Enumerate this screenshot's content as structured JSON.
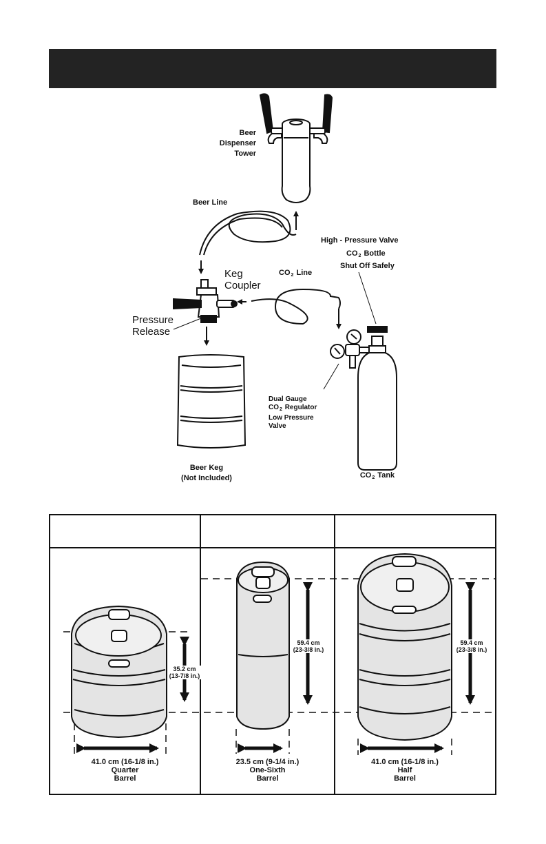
{
  "diagram": {
    "header_title": "",
    "labels": {
      "tower": [
        "Beer",
        "Dispenser",
        "Tower"
      ],
      "beer_line": "Beer Line",
      "keg_coupler": [
        "Keg",
        "Coupler"
      ],
      "pressure_release": [
        "Pressure",
        "Release"
      ],
      "co2_line": {
        "pre": "CO",
        "sub": "2",
        "post": "Line"
      },
      "high_pressure_valve": "High - Pressure Valve",
      "co2_bottle": {
        "pre": "CO",
        "sub": "2",
        "post": "Bottle"
      },
      "shut_off": "Shut Off Safely",
      "dual_gauge": "Dual Gauge",
      "co2_regulator": {
        "pre": "CO",
        "sub": "2",
        "post": "Regulator"
      },
      "low_pressure": "Low Pressure",
      "valve": "Valve",
      "beer_keg": "Beer Keg",
      "not_included": "(Not Included)",
      "co2_tank": {
        "pre": "CO",
        "sub": "2",
        "post": "Tank"
      }
    }
  },
  "keg_table": {
    "headers": [
      "",
      "",
      ""
    ],
    "kegs": [
      {
        "height_cm": "35.2 cm",
        "height_in": "(13-7/8 in.)",
        "width": "41.0 cm (16-1/8 in.)",
        "name1": "Quarter",
        "name2": "Barrel"
      },
      {
        "height_cm": "59.4 cm",
        "height_in": "(23-3/8 in.)",
        "width": "23.5 cm (9-1/4 in.)",
        "name1": "One-Sixth",
        "name2": "Barrel"
      },
      {
        "height_cm": "59.4 cm",
        "height_in": "(23-3/8 in.)",
        "width": "41.0 cm (16-1/8 in.)",
        "name1": "Half",
        "name2": "Barrel"
      }
    ]
  },
  "colors": {
    "header": "#232323",
    "ink": "#111111",
    "keg_fill": "#e4e4e4"
  }
}
